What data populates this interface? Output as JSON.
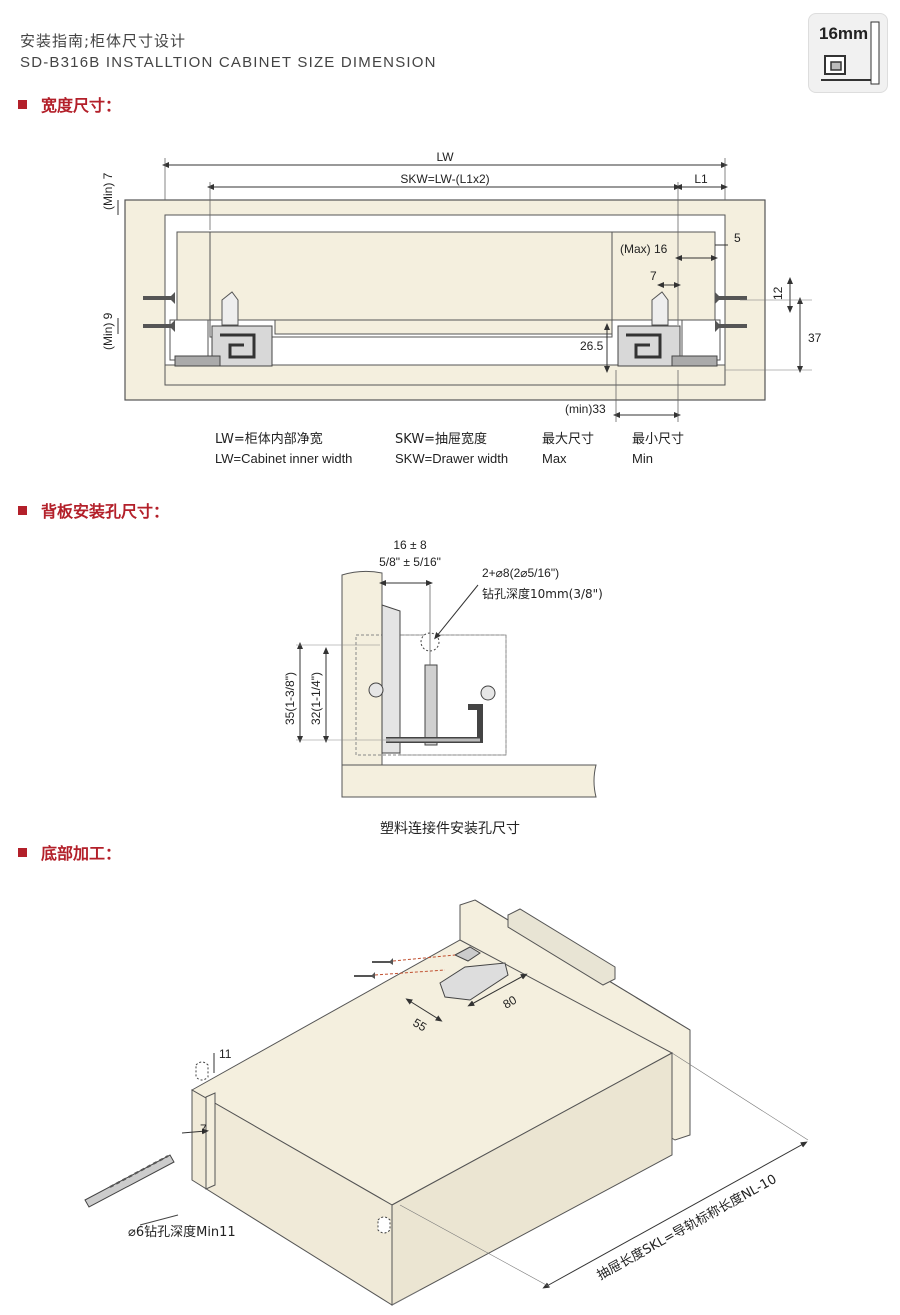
{
  "header": {
    "title_cn": "安装指南;柜体尺寸设计",
    "title_en": "SD-B316B INSTALLTION CABINET SIZE DIMENSION",
    "badge": "16mm"
  },
  "sections": {
    "width": "宽度尺寸：",
    "back": "背板安装孔尺寸：",
    "bottom": "底部加工："
  },
  "width_diagram": {
    "lw": "LW",
    "skw": "SKW=LW-(L1x2)",
    "l1": "L1",
    "min7": "(Min) 7",
    "min9": "(Min) 9",
    "max16": "(Max) 16",
    "d5": "5",
    "d7": "7",
    "d12": "12",
    "d37": "37",
    "d265": "26.5",
    "min33": "(min)33",
    "legend": {
      "lw_cn": "LW=柜体内部净宽",
      "lw_en": "LW=Cabinet inner width",
      "skw_cn": "SKW=抽屉宽度",
      "skw_en": "SKW=Drawer width",
      "max_cn": "最大尺寸",
      "max_en": "Max",
      "min_cn": "最小尺寸",
      "min_en": "Min"
    }
  },
  "back_diagram": {
    "d16": "16 ± 8",
    "d58": "5/8\" ± 5/16\"",
    "holes": "2+⌀8(2⌀5/16\")",
    "depth": "钻孔深度10mm(3/8\")",
    "h35": "35(1-3/8\")",
    "h32": "32(1-1/4\")",
    "caption": "塑料连接件安装孔尺寸"
  },
  "bottom_diagram": {
    "d55": "55",
    "d80": "80",
    "d11": "11",
    "d7": "7",
    "drill": "⌀6钻孔深度Min11",
    "length": "抽屉长度SKL=导轨标称长度NL-10"
  },
  "colors": {
    "accent": "#b3202a",
    "panel": "#f4efde",
    "line": "#555555",
    "metal": "#cfcfcf"
  }
}
